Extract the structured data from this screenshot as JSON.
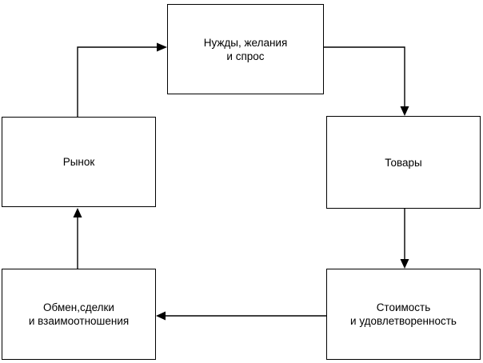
{
  "diagram": {
    "nodes": {
      "needs": {
        "label": "Нужды, желания\nи спрос"
      },
      "goods": {
        "label": "Товары"
      },
      "value": {
        "label": "Стоимость\nи удовлетворенность"
      },
      "exchange": {
        "label": "Обмен,сделки\nи взаимоотношения"
      },
      "market": {
        "label": "Рынок"
      }
    },
    "edges": [
      {
        "from": "market",
        "to": "needs"
      },
      {
        "from": "needs",
        "to": "goods"
      },
      {
        "from": "goods",
        "to": "value"
      },
      {
        "from": "value",
        "to": "exchange"
      },
      {
        "from": "exchange",
        "to": "market"
      }
    ],
    "colors": {
      "line": "#000000",
      "background": "#ffffff",
      "node_fill": "#ffffff"
    }
  }
}
